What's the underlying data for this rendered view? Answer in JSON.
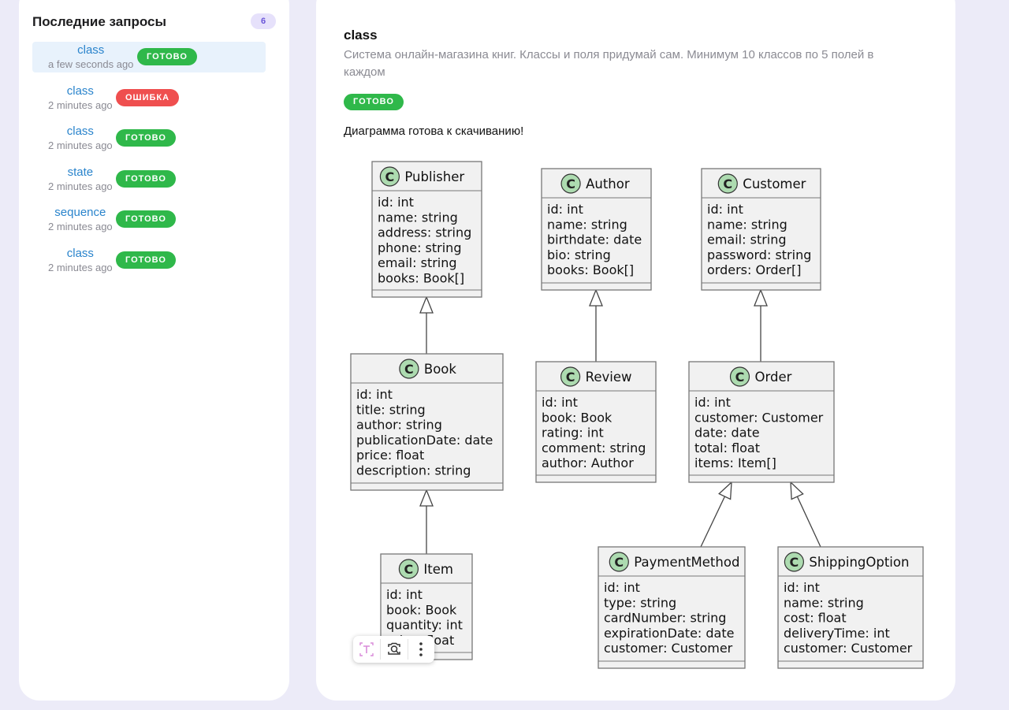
{
  "sidebar": {
    "title": "Последние запросы",
    "count": "6",
    "items": [
      {
        "type": "class",
        "time": "a few seconds ago",
        "status": "ГОТОВО",
        "status_kind": "ok"
      },
      {
        "type": "class",
        "time": "2 minutes ago",
        "status": "ОШИБКА",
        "status_kind": "error"
      },
      {
        "type": "class",
        "time": "2 minutes ago",
        "status": "ГОТОВО",
        "status_kind": "ok"
      },
      {
        "type": "state",
        "time": "2 minutes ago",
        "status": "ГОТОВО",
        "status_kind": "ok"
      },
      {
        "type": "sequence",
        "time": "2 minutes ago",
        "status": "ГОТОВО",
        "status_kind": "ok"
      },
      {
        "type": "class",
        "time": "2 minutes ago",
        "status": "ГОТОВО",
        "status_kind": "ok"
      }
    ]
  },
  "main": {
    "title": "class",
    "description": "Система онлайн-магазина книг. Классы и поля придумай сам. Минимум 10 классов по 5 полей в каждом",
    "status": "ГОТОВО",
    "message": "Диаграмма готова к скачиванию!"
  },
  "diagram": {
    "class_marker": "C",
    "classes": [
      {
        "name": "Publisher",
        "fields": [
          "id: int",
          "name: string",
          "address: string",
          "phone: string",
          "email: string",
          "books: Book[]"
        ]
      },
      {
        "name": "Author",
        "fields": [
          "id: int",
          "name: string",
          "birthdate: date",
          "bio: string",
          "books: Book[]"
        ]
      },
      {
        "name": "Customer",
        "fields": [
          "id: int",
          "name: string",
          "email: string",
          "password: string",
          "orders: Order[]"
        ]
      },
      {
        "name": "Book",
        "fields": [
          "id: int",
          "title: string",
          "author: string",
          "publicationDate: date",
          "price: float",
          "description: string"
        ]
      },
      {
        "name": "Review",
        "fields": [
          "id: int",
          "book: Book",
          "rating: int",
          "comment: string",
          "author: Author"
        ]
      },
      {
        "name": "Order",
        "fields": [
          "id: int",
          "customer: Customer",
          "date: date",
          "total: float",
          "items: Item[]"
        ]
      },
      {
        "name": "Item",
        "fields": [
          "id: int",
          "book: Book",
          "quantity: int",
          "price: float"
        ]
      },
      {
        "name": "PaymentMethod",
        "fields": [
          "id: int",
          "type: string",
          "cardNumber: string",
          "expirationDate: date",
          "customer: Customer"
        ]
      },
      {
        "name": "ShippingOption",
        "fields": [
          "id: int",
          "name: string",
          "cost: float",
          "deliveryTime: int",
          "customer: Customer"
        ]
      }
    ],
    "inheritance": [
      {
        "child": "Book",
        "parent": "Publisher"
      },
      {
        "child": "Review",
        "parent": "Author"
      },
      {
        "child": "Order",
        "parent": "Customer"
      },
      {
        "child": "Item",
        "parent": "Book"
      },
      {
        "child": "PaymentMethod",
        "parent": "Order"
      },
      {
        "child": "ShippingOption",
        "parent": "Order"
      }
    ]
  },
  "toolbar": {
    "icons": [
      "text-select-icon",
      "lens-search-icon",
      "more-vertical-icon"
    ]
  },
  "colors": {
    "page_bg": "#ecebf8",
    "link": "#2a84cc",
    "ok": "#2fb84a",
    "error": "#ef4f4f",
    "class_fill": "#f1f1f1",
    "class_icon": "#addbb0"
  }
}
